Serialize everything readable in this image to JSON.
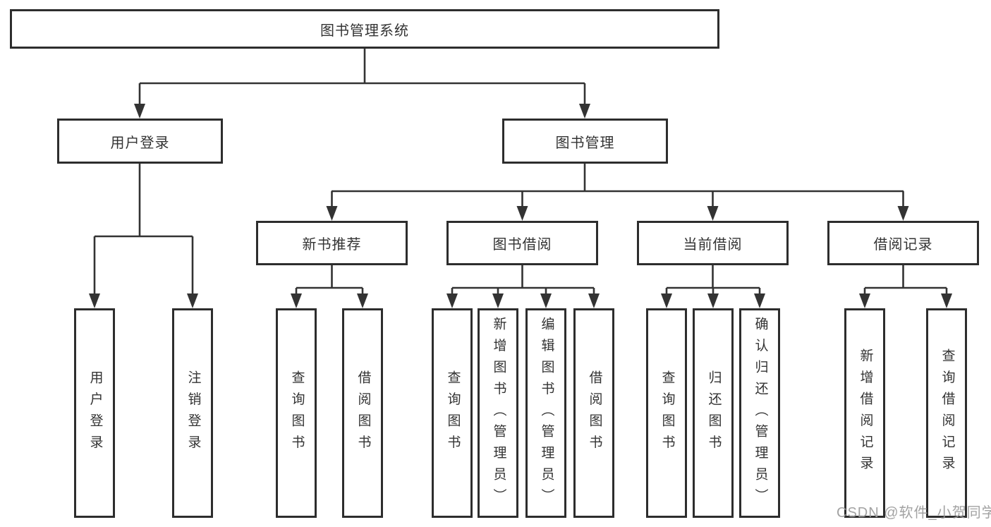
{
  "diagram": {
    "title": "图书管理系统",
    "watermark": "CSDN @软件_小贺同学",
    "colors": {
      "line": "#333333",
      "box_border": "#2d2d2d",
      "text": "#333333",
      "watermark": "#9b9b9b",
      "background": "#ffffff"
    },
    "tree": {
      "root": {
        "label": "图书管理系统"
      },
      "branches": [
        {
          "label": "用户登录",
          "children": [
            {
              "label": "用户登录"
            },
            {
              "label": "注销登录"
            }
          ]
        },
        {
          "label": "图书管理",
          "children": [
            {
              "label": "新书推荐",
              "children": [
                {
                  "label": "查询图书"
                },
                {
                  "label": "借阅图书"
                }
              ]
            },
            {
              "label": "图书借阅",
              "children": [
                {
                  "label": "查询图书"
                },
                {
                  "label": "新增图书（管理员）"
                },
                {
                  "label": "编辑图书（管理员）"
                },
                {
                  "label": "借阅图书"
                }
              ]
            },
            {
              "label": "当前借阅",
              "children": [
                {
                  "label": "查询图书"
                },
                {
                  "label": "归还图书"
                },
                {
                  "label": "确认归还（管理员）"
                }
              ]
            },
            {
              "label": "借阅记录",
              "children": [
                {
                  "label": "新增借阅记录"
                },
                {
                  "label": "查询借阅记录"
                }
              ]
            }
          ]
        }
      ]
    }
  }
}
